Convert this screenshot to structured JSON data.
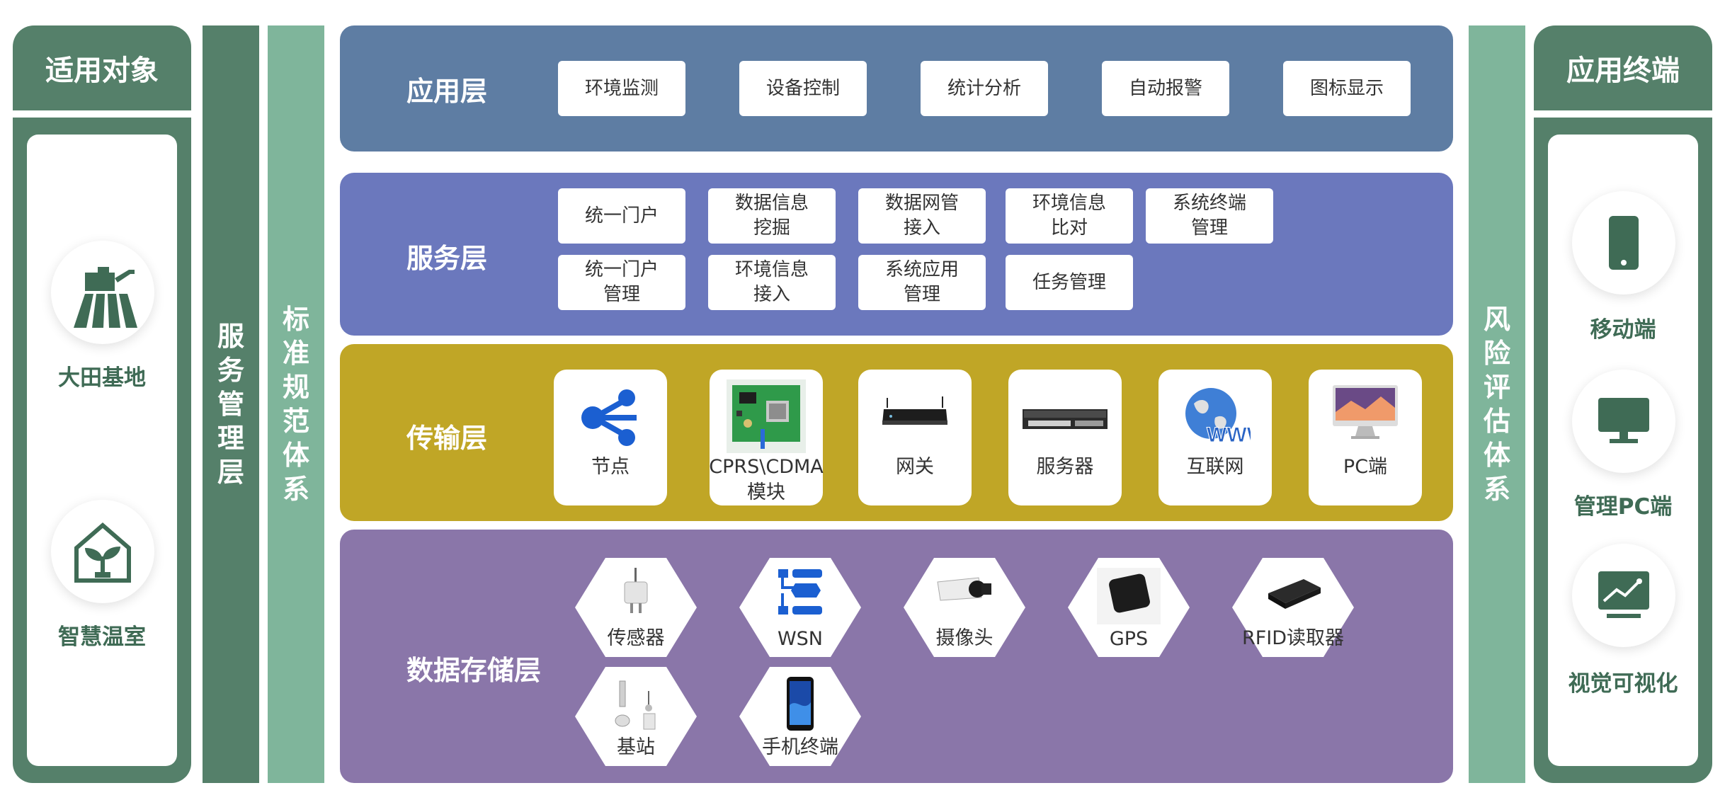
{
  "left_panel": {
    "title": "适用对象",
    "items": [
      {
        "label": "大田基地",
        "icon": "harvester-field-icon"
      },
      {
        "label": "智慧温室",
        "icon": "greenhouse-plant-icon"
      }
    ]
  },
  "left_vertical_bars": [
    {
      "text": [
        "服",
        "务",
        "管",
        "理",
        "层"
      ]
    },
    {
      "text": [
        "标",
        "准",
        "规",
        "范",
        "体",
        "系"
      ]
    }
  ],
  "right_vertical_bar": {
    "text": [
      "风",
      "险",
      "评",
      "估",
      "体",
      "系"
    ]
  },
  "right_panel": {
    "title": "应用终端",
    "items": [
      {
        "label": "移动端",
        "icon": "mobile-phone-icon"
      },
      {
        "label": "管理PC端",
        "icon": "monitor-icon"
      },
      {
        "label": "视觉可视化",
        "icon": "chart-display-icon"
      }
    ]
  },
  "layers": {
    "application": {
      "title": "应用层",
      "boxes": [
        "环境监测",
        "设备控制",
        "统计分析",
        "自动报警",
        "图标显示"
      ]
    },
    "service": {
      "title": "服务层",
      "row1": [
        [
          "统一门户"
        ],
        [
          "数据信息",
          "挖掘"
        ],
        [
          "数据网管",
          "接入"
        ],
        [
          "环境信息",
          "比对"
        ],
        [
          "系统终端",
          "管理"
        ]
      ],
      "row2": [
        [
          "统一门户",
          "管理"
        ],
        [
          "环境信息",
          "接入"
        ],
        [
          "系统应用",
          "管理"
        ],
        [
          "任务管理"
        ]
      ]
    },
    "transport": {
      "title": "传输层",
      "cards": [
        {
          "label": [
            "节点"
          ],
          "icon": "share-node-icon"
        },
        {
          "label": [
            "CPRS\\CDMA",
            "模块"
          ],
          "icon": "circuit-board-icon"
        },
        {
          "label": [
            "网关"
          ],
          "icon": "gateway-device-icon"
        },
        {
          "label": [
            "服务器"
          ],
          "icon": "rack-server-icon"
        },
        {
          "label": [
            "互联网"
          ],
          "icon": "globe-www-icon"
        },
        {
          "label": [
            "PC端"
          ],
          "icon": "desktop-computer-icon"
        }
      ]
    },
    "storage": {
      "title": "数据存储层",
      "row1": [
        {
          "label": "传感器",
          "icon": "sensor-icon"
        },
        {
          "label": "WSN",
          "icon": "wsn-flow-icon"
        },
        {
          "label": "摄像头",
          "icon": "camera-icon"
        },
        {
          "label": "GPS",
          "icon": "gps-tracker-icon"
        },
        {
          "label": "RFID读取器",
          "icon": "rfid-reader-icon"
        }
      ],
      "row2": [
        {
          "label": "基站",
          "icon": "base-station-icon"
        },
        {
          "label": "手机终端",
          "icon": "smartphone-icon"
        }
      ]
    }
  },
  "colors": {
    "green_dark": "#55806a",
    "green_light": "#7fb59b",
    "application": "#5e7da3",
    "service": "#6b78bd",
    "transport": "#c0a626",
    "storage": "#8a76a9",
    "icon_green": "#3f6b55",
    "icon_blue": "#1b5fd1"
  }
}
